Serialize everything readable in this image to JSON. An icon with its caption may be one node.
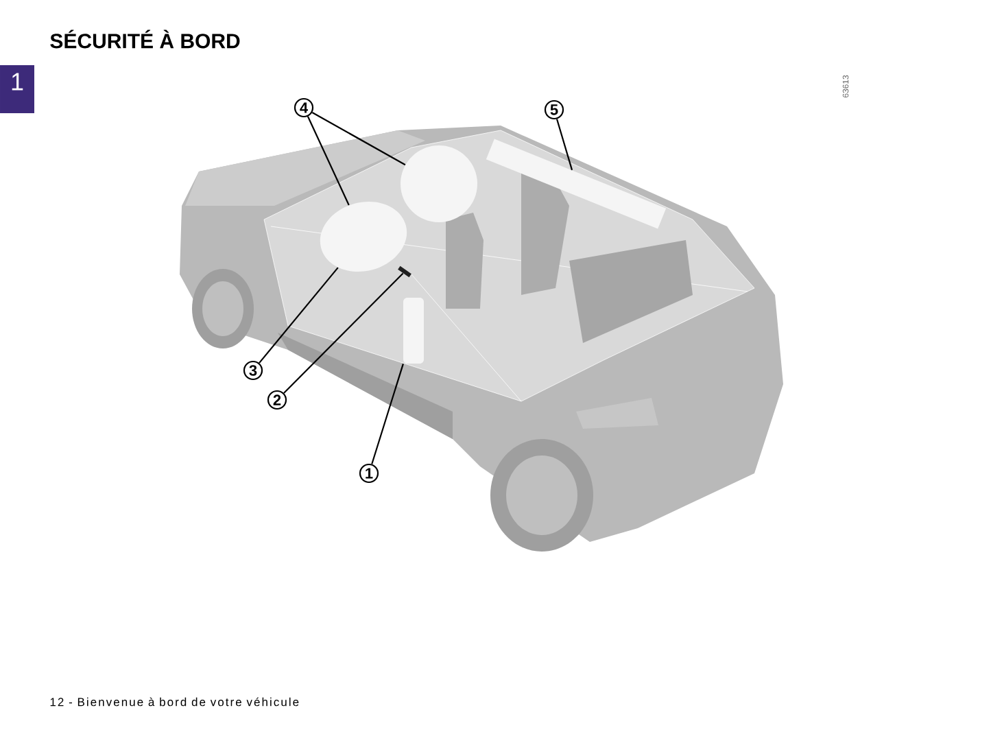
{
  "diagram": {
    "title": "SÉCURITÉ À BORD",
    "nodes": [
      {
        "text": [
          "4"
        ]
      },
      {
        "text": [
          "5"
        ]
      },
      {
        "text": [
          "3"
        ]
      },
      {
        "text": [
          "2"
        ]
      },
      {
        "text": [
          "1"
        ]
      },
      {
        "text": [],
        "shape": "circle"
      },
      {
        "text": [],
        "shape": "circle"
      },
      {
        "text": [],
        "shape": "box"
      },
      {
        "text": [],
        "shape": "bar"
      },
      {
        "text": [],
        "shape": "box"
      }
    ],
    "edges": [
      {
        "from": 0,
        "to": 5,
        "arrow": "none"
      },
      {
        "from": 0,
        "to": 6,
        "arrow": "none"
      },
      {
        "from": 1,
        "to": 7,
        "arrow": "none"
      },
      {
        "from": 2,
        "to": 5,
        "arrow": "none"
      },
      {
        "from": 3,
        "to": 8,
        "arrow": "none"
      },
      {
        "from": 4,
        "to": 9,
        "arrow": "none"
      }
    ],
    "labels": [
      "1",
      "63613",
      "12 - Bienvenue à bord de votre véhicule"
    ]
  }
}
